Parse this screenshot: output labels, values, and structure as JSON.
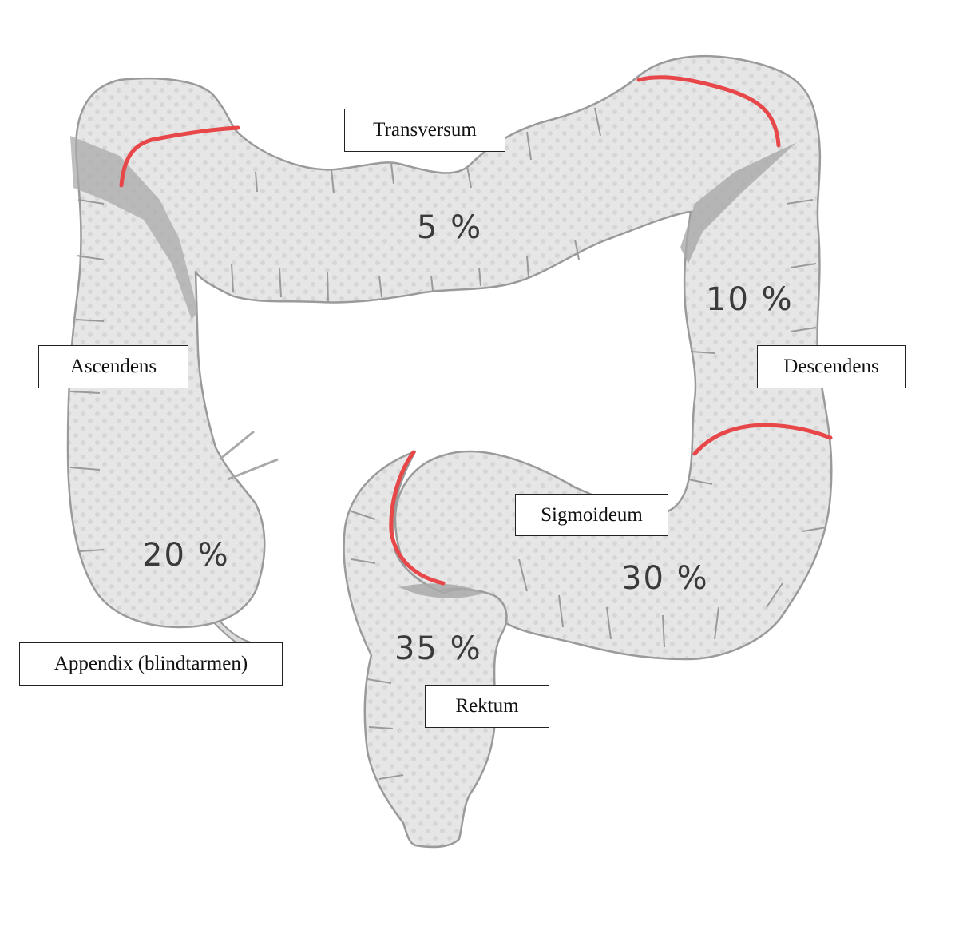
{
  "labels": {
    "transversum": "Transversum",
    "ascendens": "Ascendens",
    "descendens": "Descendens",
    "sigmoideum": "Sigmoideum",
    "appendix": "Appendix (blindtarmen)",
    "rektum": "Rektum"
  },
  "percentages": {
    "transversum": "5 %",
    "descendens": "10 %",
    "ascendens": "20 %",
    "sigmoideum": "30 %",
    "rektum": "35 %"
  },
  "colors": {
    "tissue_fill": "#e4e4e4",
    "tissue_outline": "#9a9a9a",
    "shadow": "#a9a9a9",
    "boundary_lines": "#e8474a"
  }
}
